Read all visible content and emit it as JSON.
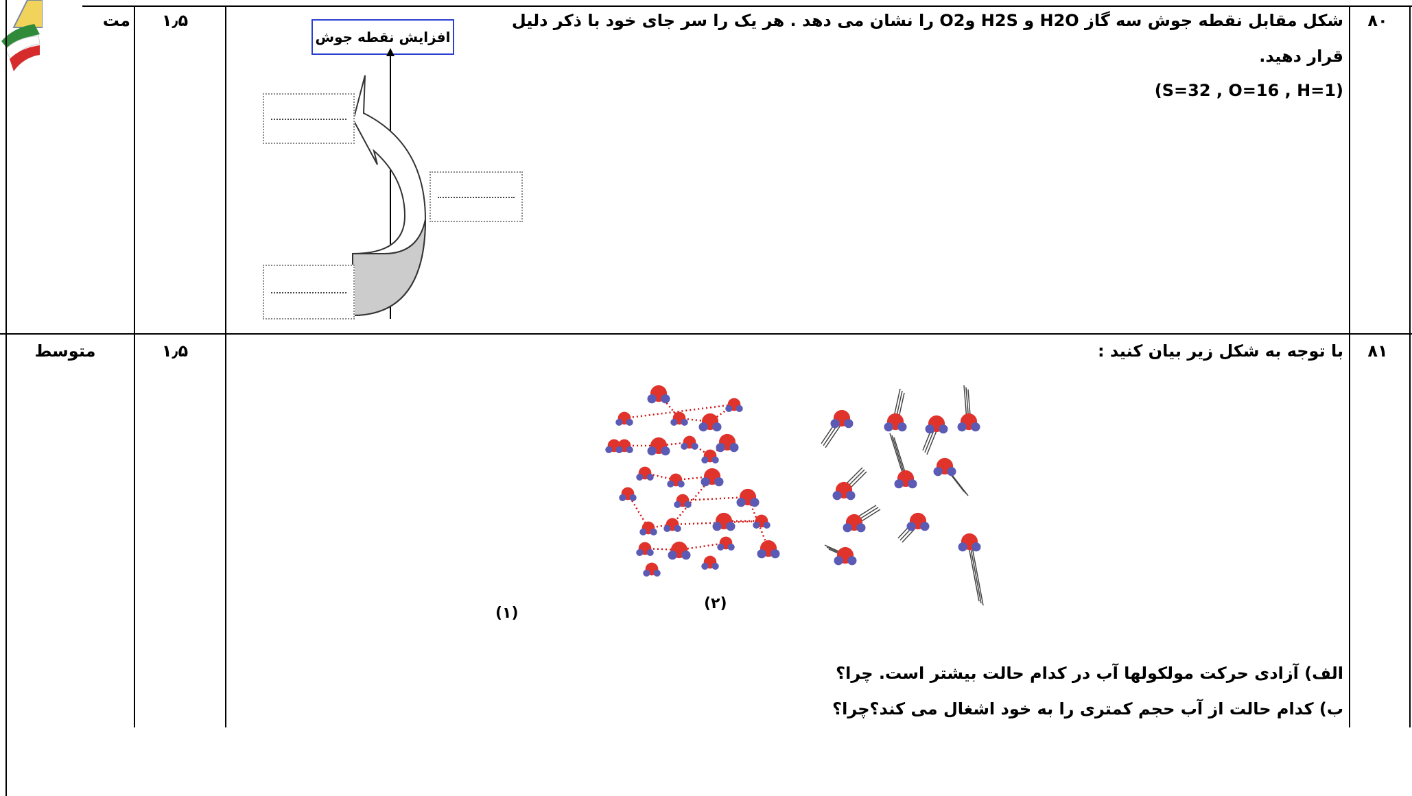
{
  "rows": [
    {
      "number": "۸۰",
      "score": "۱٫۵",
      "level": "مت",
      "question_lines": [
        "شکل مقابل نقطه جوش سه گاز H2O و H2S وO2 را نشان می دهد . هر یک را سر جای خود با ذکر دلیل",
        "قرار دهید.",
        "(S=32 , O=16 , H=1)"
      ],
      "figure": {
        "arrow_label": "افزایش نقطه جوش",
        "blank_boxes": [
          "..................",
          "..................",
          ".................."
        ]
      }
    },
    {
      "number": "۸۱",
      "score": "۱٫۵",
      "level": "متوسط",
      "question_lines": [
        "با توجه به شکل زیر بیان کنید :"
      ],
      "figure": {
        "label_1": "(۱)",
        "label_2": "(۲)"
      },
      "sub_questions": [
        "الف) آزادی حرکت مولکولها آب در کدام حالت بیشتر است. چرا؟",
        "ب) کدام حالت از آب حجم کمتری را به خود اشغال می کند؟چرا؟"
      ]
    }
  ],
  "colors": {
    "oxygen": "#e0332b",
    "hydrogen": "#5b5bb5",
    "hbond": "#d01010",
    "frame_blue": "#2a3fd0",
    "arrow_fill": "#cccccc"
  }
}
